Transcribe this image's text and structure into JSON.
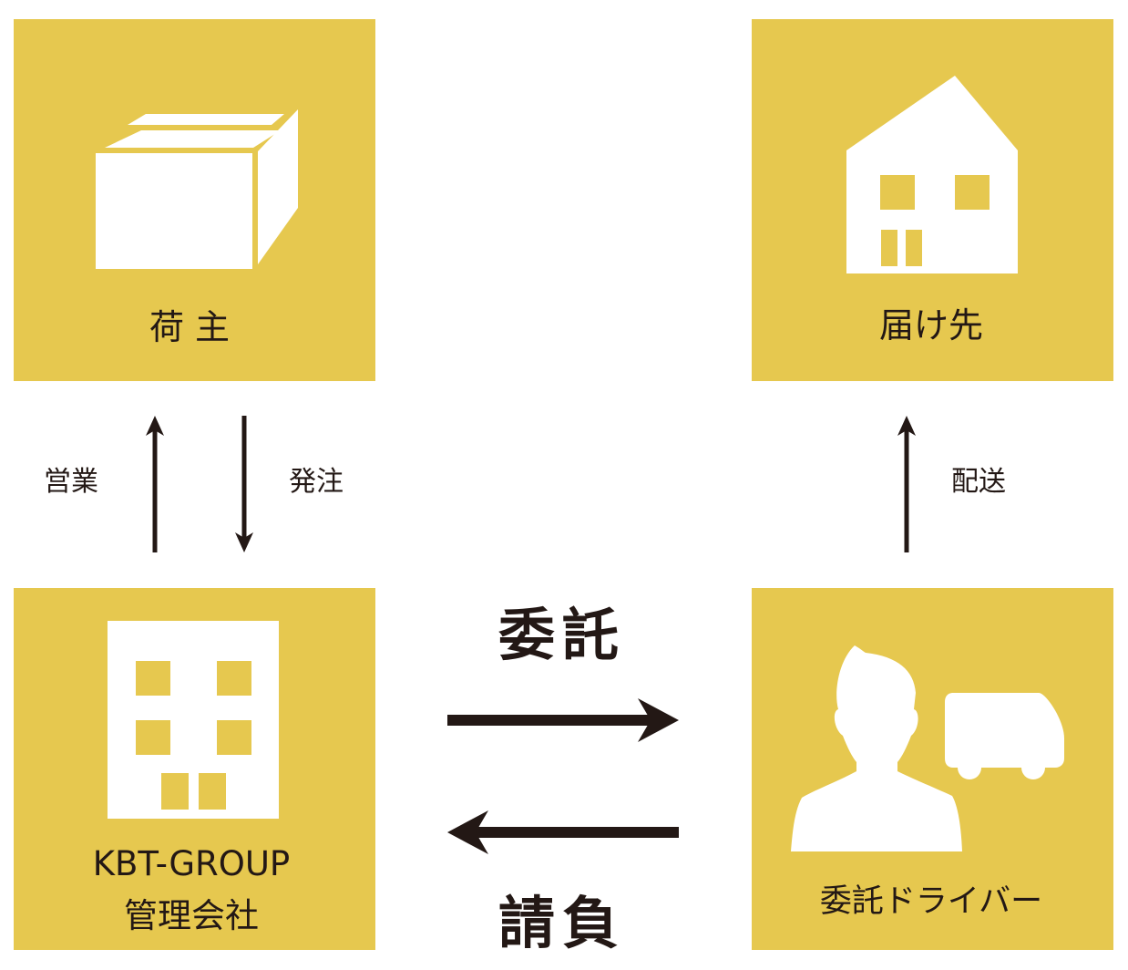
{
  "colors": {
    "box": "#E6C84F",
    "icon": "#FFFFFF",
    "arrow": "#231815"
  },
  "nodes": {
    "shipper": {
      "label": "荷 主",
      "icon": "package-icon"
    },
    "destination": {
      "label": "届け先",
      "icon": "house-icon"
    },
    "company": {
      "label_line1": "KBT-GROUP",
      "label_line2": "管理会社",
      "icon": "building-icon"
    },
    "driver": {
      "label": "委託ドライバー",
      "icon": "driver-truck-icon"
    }
  },
  "edges": {
    "sales": "営業",
    "order": "発注",
    "delivery": "配送",
    "consign": "委託",
    "contract": "請負"
  }
}
